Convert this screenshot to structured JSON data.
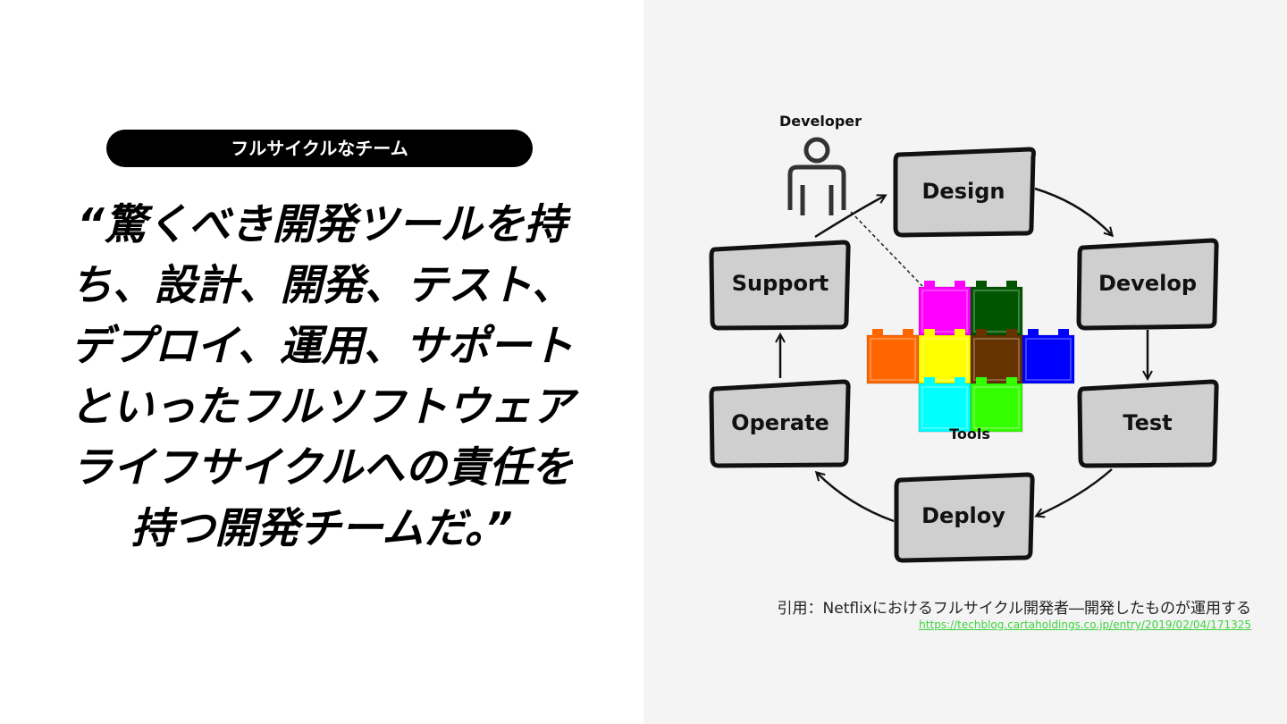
{
  "heading": {
    "pill": "フルサイクルなチーム",
    "quote": "“驚くべき開発ツールを持ち、設計、開発、テスト、デプロイ、運用、サポートといったフルソフトウェアライフサイクルへの責任を持つ開発チームだ。”"
  },
  "diagram": {
    "developer_label": "Developer",
    "tools_label": "Tools",
    "stages": {
      "design": "Design",
      "develop": "Develop",
      "test": "Test",
      "deploy": "Deploy",
      "operate": "Operate",
      "support": "Support"
    },
    "tool_blocks": [
      {
        "color": "#ff00ff"
      },
      {
        "color": "#005500"
      },
      {
        "color": "#ff6600"
      },
      {
        "color": "#ffff00"
      },
      {
        "color": "#663300"
      },
      {
        "color": "#0000ff"
      },
      {
        "color": "#00ffff"
      },
      {
        "color": "#33ff00"
      }
    ]
  },
  "citation": {
    "text": "引用：Netflixにおけるフルサイクル開発者―開発したものが運用する",
    "url": "https://techblog.cartaholdings.co.jp/entry/2019/02/04/171325"
  },
  "colors": {
    "right_panel_bg": "#f4f4f4",
    "box_fill": "#cfcfcf",
    "link": "#3fd33f"
  }
}
